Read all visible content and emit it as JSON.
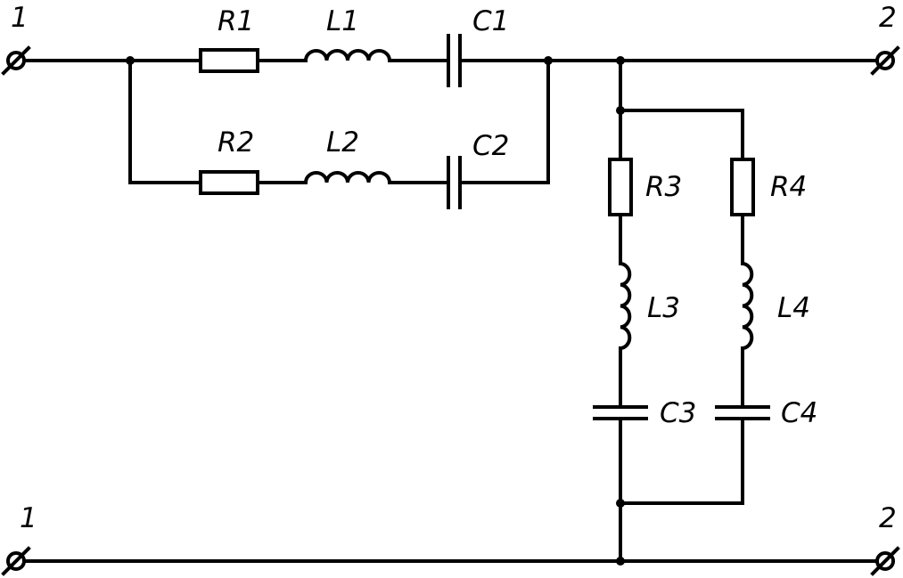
{
  "terminals": {
    "top_left": "1",
    "bottom_left": "1",
    "top_right": "2",
    "bottom_right": "2"
  },
  "components": {
    "R1": "R1",
    "L1": "L1",
    "C1": "C1",
    "R2": "R2",
    "L2": "L2",
    "C2": "C2",
    "R3": "R3",
    "L3": "L3",
    "C3": "C3",
    "R4": "R4",
    "L4": "L4",
    "C4": "C4"
  },
  "colors": {
    "line": "#000000",
    "background": "#ffffff"
  }
}
